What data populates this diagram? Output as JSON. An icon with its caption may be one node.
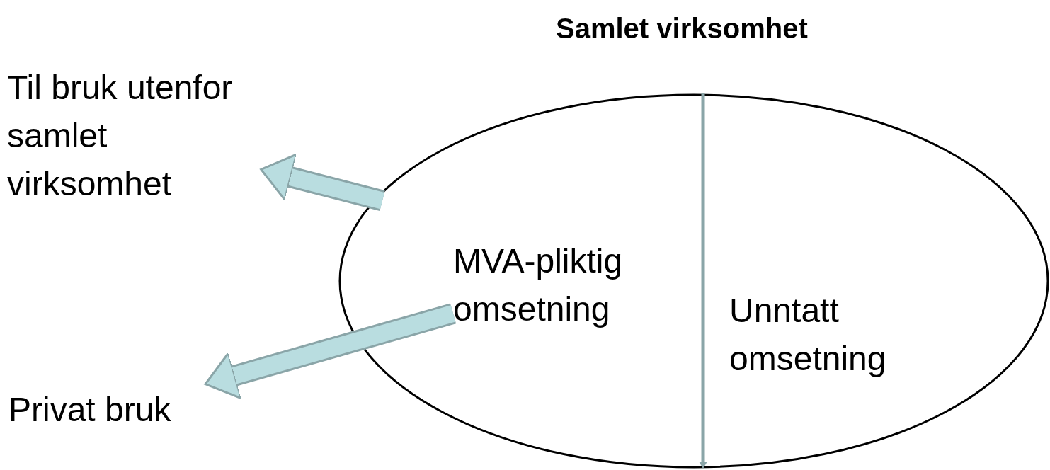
{
  "diagram": {
    "nodes": [
      {
        "text": [
          "Samlet virksomhet"
        ]
      },
      {
        "text": [
          "MVA-pliktig omsetning"
        ],
        "in": 0
      },
      {
        "text": [
          "Unntatt omsetning"
        ],
        "in": 0
      },
      {
        "text": [
          "Til bruk utenfor samlet virksomhet"
        ]
      },
      {
        "text": [
          "Privat bruk"
        ]
      }
    ],
    "edges": [
      {
        "from": 0,
        "to": 3,
        "arrow": "to"
      },
      {
        "from": 1,
        "to": 4,
        "arrow": "to"
      }
    ]
  }
}
